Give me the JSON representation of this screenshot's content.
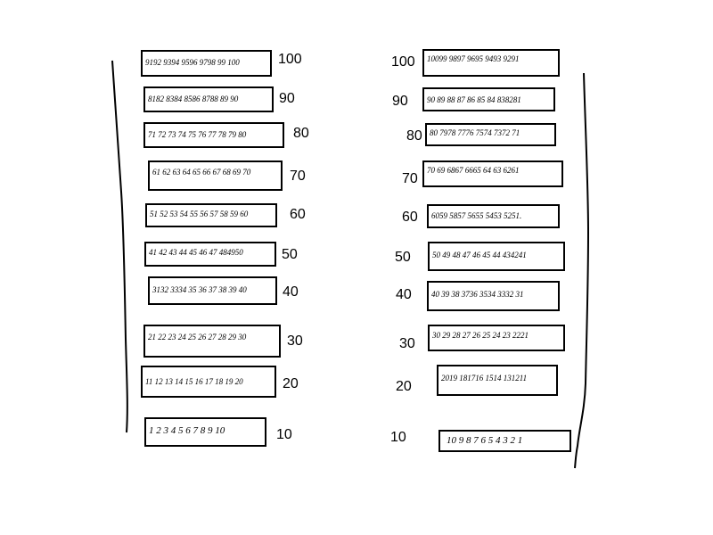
{
  "left_column": [
    {
      "tag": "100",
      "numbers": "9192 9394 9596 9798 99 100"
    },
    {
      "tag": "90",
      "numbers": "8182 8384 8586 8788 89 90"
    },
    {
      "tag": "80",
      "numbers": "71 72 73 74 75 76 77 78 79 80"
    },
    {
      "tag": "70",
      "numbers": "61 62 63 64 65 66 67 68 69 70"
    },
    {
      "tag": "60",
      "numbers": "51 52 53 54 55 56 57 58 59 60"
    },
    {
      "tag": "50",
      "numbers": "41 42 43 44 45 46 47 484950"
    },
    {
      "tag": "40",
      "numbers": "3132 3334 35 36 37 38 39 40"
    },
    {
      "tag": "30",
      "numbers": "21 22 23 24 25 26 27 28 29 30"
    },
    {
      "tag": "20",
      "numbers": "11 12 13 14 15 16 17 18 19 20"
    },
    {
      "tag": "10",
      "numbers": "1 2 3 4 5 6 7 8 9 10"
    }
  ],
  "right_column": [
    {
      "tag": "100",
      "numbers": "10099 9897 9695 9493 9291"
    },
    {
      "tag": "90",
      "numbers": "90 89 88 87 86 85 84 838281"
    },
    {
      "tag": "80",
      "numbers": "80 7978 7776 7574 7372 71"
    },
    {
      "tag": "70",
      "numbers": "70 69 6867 6665 64 63 6261"
    },
    {
      "tag": "60",
      "numbers": "6059 5857 5655 5453 5251."
    },
    {
      "tag": "50",
      "numbers": "50 49 48 47 46 45 44 434241"
    },
    {
      "tag": "40",
      "numbers": "40 39 38 3736 3534 3332 31"
    },
    {
      "tag": "30",
      "numbers": "30 29 28 27 26 25 24 23 2221"
    },
    {
      "tag": "20",
      "numbers": "2019 181716 1514 131211"
    },
    {
      "tag": "10",
      "numbers": "10 9 8 7 6 5 4 3 2 1"
    }
  ]
}
